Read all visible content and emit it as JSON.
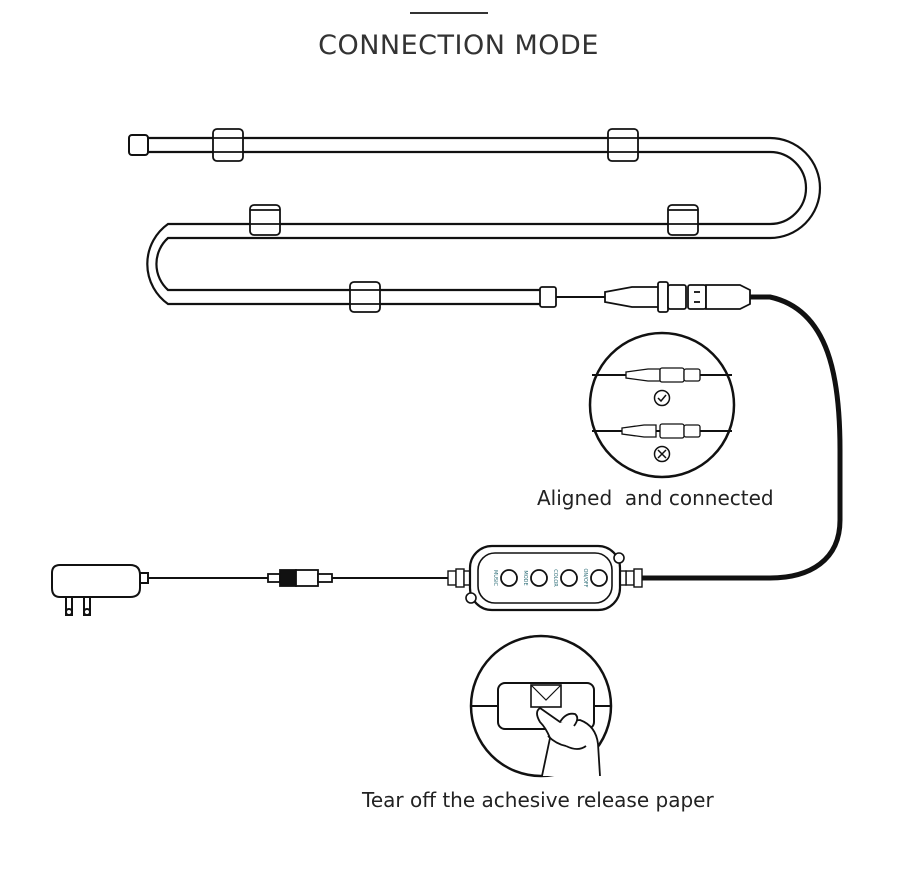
{
  "title": "CONNECTION MODE",
  "captions": {
    "aligned": "Aligned  and connected",
    "tear_off": "Tear off the achesive release paper"
  },
  "controller": {
    "buttons": [
      "MUSIC",
      "MODE",
      "COLOR",
      "ON/OFF"
    ],
    "accent_color": "#2a6b75"
  },
  "icons": {
    "correct": "check-circle-icon",
    "wrong": "x-circle-icon"
  },
  "colors": {
    "line": "#111111",
    "text": "#222222"
  }
}
